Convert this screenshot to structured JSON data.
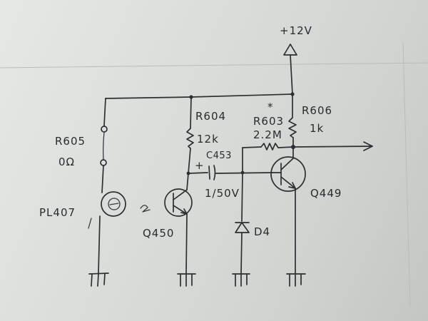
{
  "supply": {
    "label": "+12V"
  },
  "resistors": [
    {
      "ref": "R605",
      "value": "0Ω"
    },
    {
      "ref": "R604",
      "value": "12k"
    },
    {
      "ref": "R603",
      "value": "2.2M",
      "mark": "*"
    },
    {
      "ref": "R606",
      "value": "1k"
    }
  ],
  "capacitor": {
    "ref": "C453",
    "value": "1/50V",
    "polarity": "+"
  },
  "diode": {
    "ref": "D4"
  },
  "connector": {
    "ref": "PL407"
  },
  "transistors": [
    {
      "ref": "Q450"
    },
    {
      "ref": "Q449"
    }
  ]
}
